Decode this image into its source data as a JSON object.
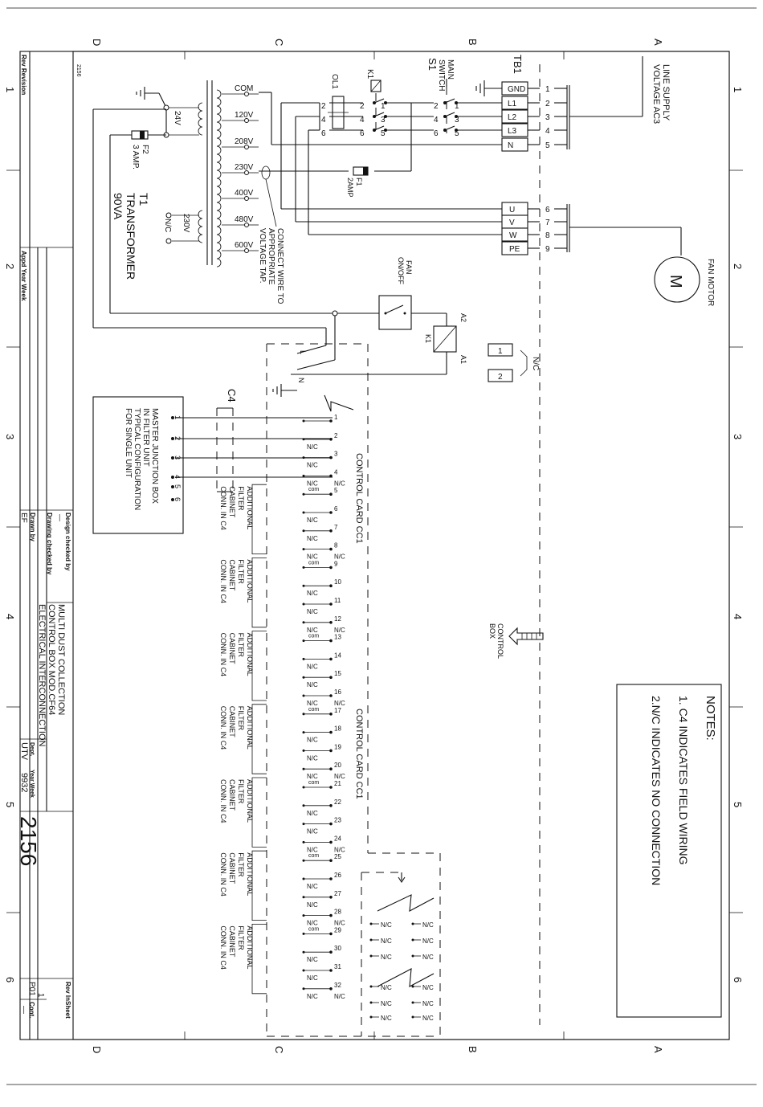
{
  "grid": {
    "rows": [
      "D",
      "C",
      "B",
      "A"
    ],
    "cols": [
      "1",
      "2",
      "3",
      "4",
      "5",
      "6"
    ]
  },
  "sheet_code": "2156",
  "terminal_block": {
    "name": "TB1",
    "supply_terminals": [
      "GND",
      "L1",
      "L2",
      "L3",
      "N"
    ],
    "supply_numbers": [
      "1",
      "2",
      "3",
      "4",
      "5"
    ],
    "motor_terminals": [
      "U",
      "V",
      "W",
      "PE"
    ],
    "motor_numbers": [
      "6",
      "7",
      "8",
      "9"
    ]
  },
  "line_supply": [
    "LINE SUPPLY",
    "VOLTAGE AC3"
  ],
  "fan_motor": {
    "label": "FAN MOTOR",
    "symbol": "M"
  },
  "main_switch": {
    "lines": [
      "MAIN",
      "SWITCH"
    ],
    "id": "S1",
    "pins_top": [
      "2",
      "4",
      "6"
    ],
    "pins_bottom": [
      "1",
      "3",
      "5"
    ]
  },
  "contactor": {
    "id": "K1",
    "coil_pins": [
      "A2",
      "A1"
    ]
  },
  "overload": {
    "id": "OL1",
    "pins_a": [
      "2",
      "4",
      "6"
    ],
    "pins_b": [
      "2",
      "4",
      "6"
    ],
    "pins_c": [
      "1",
      "3",
      "5"
    ]
  },
  "transformer": {
    "taps": [
      "COM",
      "120V",
      "208V",
      "230V",
      "400V",
      "480V",
      "600V"
    ],
    "secondary": [
      "24V",
      "230V",
      "N/C"
    ],
    "id": "T1",
    "lines": [
      "TRANSFORMER",
      "90VA"
    ],
    "tap_note": [
      "CONNECT WIRE TO",
      "APPROPRIATE",
      "VOLTAGE TAP."
    ]
  },
  "fuses": {
    "f1": {
      "id": "F1",
      "rating": "2AMP"
    },
    "f2": {
      "id": "F2",
      "rating": "3 AMP."
    }
  },
  "fan_switch": [
    "FAN",
    "ON/OFF"
  ],
  "nc_boxes": [
    "1",
    "2"
  ],
  "nc_label": "N/C",
  "switch_pins": [
    "L",
    "N"
  ],
  "capacitor": "C4",
  "junction_box": {
    "lines": [
      "MASTER JUNCTION BOX",
      "IN FILTER UNIT",
      "TYPICAL CONFIGURATION",
      "FOR SINGLE UNIT"
    ],
    "pins": [
      "1",
      "2",
      "3",
      "4",
      "5",
      "6"
    ]
  },
  "control_card": "CONTROL CARD CC1",
  "terminal_numbers": [
    "1",
    "2",
    "3",
    "4",
    "5",
    "6",
    "7",
    "8",
    "9",
    "10",
    "11",
    "12",
    "13",
    "14",
    "15",
    "16",
    "17",
    "18",
    "19",
    "20",
    "21",
    "22",
    "23",
    "24",
    "25",
    "26",
    "27",
    "28",
    "29",
    "30",
    "31",
    "32"
  ],
  "com_label": "com",
  "additional_filter": [
    "ADDITIONAL",
    "FILTER",
    "CABINET",
    "CONN. IN C4"
  ],
  "control_box": [
    "CONTROL",
    "BOX"
  ],
  "notes": {
    "title": "NOTES:",
    "items": [
      "1.   C4 INDICATES FIELD WIRING",
      "2.N/C INDICATES NO CONNECTION"
    ]
  },
  "title_block": {
    "rev_revision": "Rev  Revision",
    "appd": "Appd  Year  Week",
    "design_checked": "Design checked by",
    "design_dash": "—",
    "drawing_checked": "Drawing checked by",
    "drawn_by": "Drawn by",
    "drawn_name": "EF",
    "title_lines": [
      "MULTI DUST COLLECTION",
      "CONTROL BOX MOD.CF64",
      "ELECTRICAL INTERCONNECTION"
    ],
    "dept_label": "Dept.",
    "dept": "UTV",
    "year_week_label": "Year Week",
    "year_week": "9932",
    "drawing_no": "2156",
    "rev_label": "Rev  InSheet",
    "rev_value": "P01",
    "sheet": "1",
    "cont_label": "Cont.",
    "cont_value": "—"
  }
}
